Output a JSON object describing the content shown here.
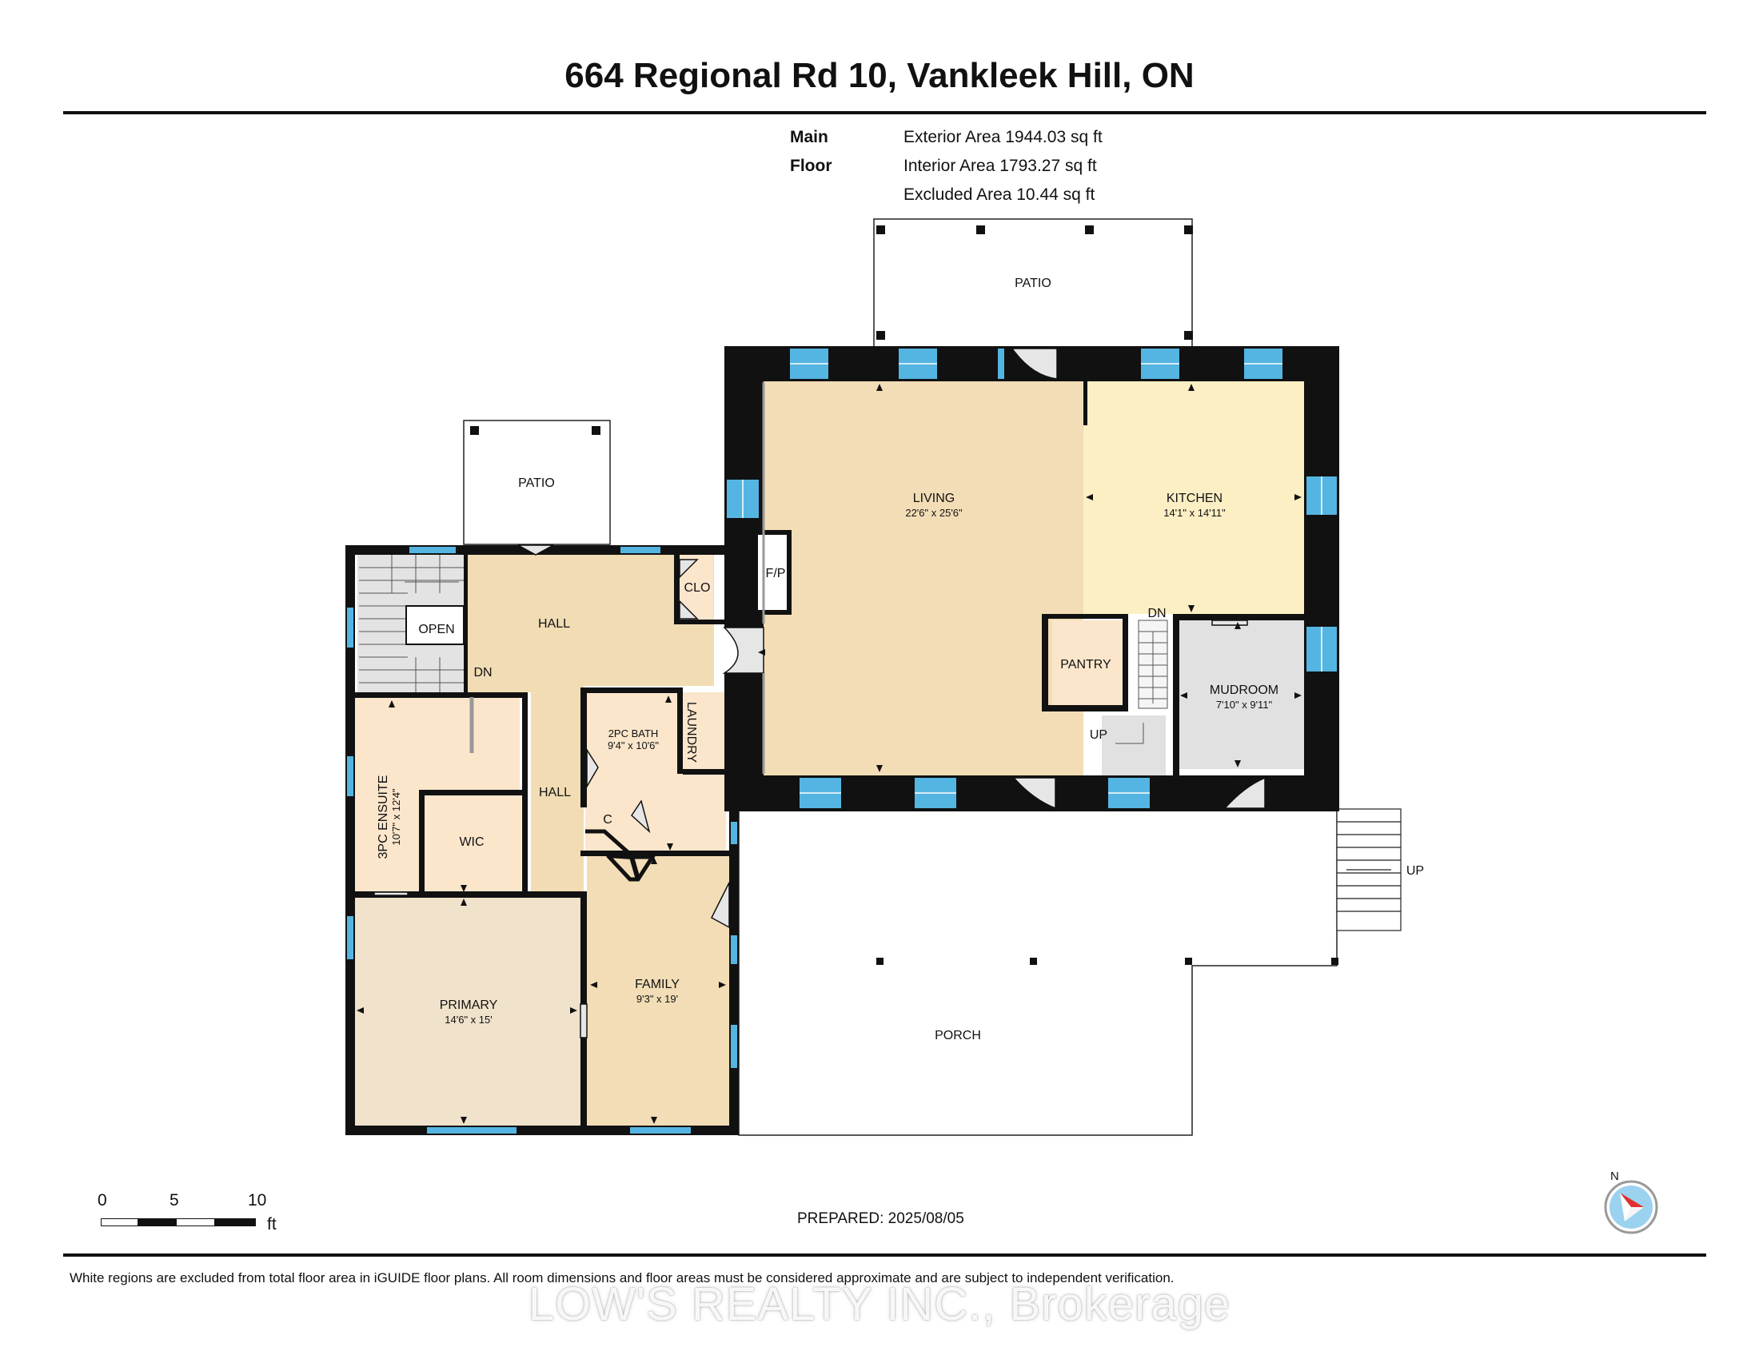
{
  "header": {
    "title": "664 Regional Rd 10, Vankleek Hill, ON"
  },
  "areas": {
    "floor_label": "Main Floor",
    "exterior": "Exterior Area 1944.03 sq ft",
    "interior": "Interior Area 1793.27 sq ft",
    "excluded": "Excluded Area 10.44 sq ft"
  },
  "rooms": {
    "patio_top": "PATIO",
    "patio_left": "PATIO",
    "living": "LIVING",
    "living_dim": "22'6\" x 25'6\"",
    "kitchen": "KITCHEN",
    "kitchen_dim": "14'1\" x 14'11\"",
    "fireplace": "F/P",
    "clo": "CLO",
    "hall_upper": "HALL",
    "open": "OPEN",
    "dn_left": "DN",
    "pantry": "PANTRY",
    "dn_right": "DN",
    "up_right": "UP",
    "mudroom": "MUDROOM",
    "mudroom_dim": "7'10\" x 9'11\"",
    "bath": "2PC BATH",
    "bath_dim": "9'4\" x 10'6\"",
    "laundry": "LAUNDRY",
    "hall_lower": "HALL",
    "closet_c": "C",
    "ensuite": "3PC ENSUITE",
    "ensuite_dim": "10'7\" x 12'4\"",
    "wic": "WIC",
    "primary": "PRIMARY",
    "primary_dim": "14'6\" x 15'",
    "family": "FAMILY",
    "family_dim": "9'3\" x 19'",
    "porch": "PORCH",
    "porch_up": "UP"
  },
  "colors": {
    "living_fill": "#f2ddb6",
    "kitchen_fill": "#fcefc4",
    "hall_fill": "#f1dcb4",
    "bedroom_fill": "#f0e2cb",
    "bath_fill": "#fbe6cc",
    "mudroom_fill": "#e1e1e1",
    "window_blue": "#55b5e2",
    "wall": "#111111"
  },
  "scale": {
    "tick_0": "0",
    "tick_5": "5",
    "tick_10": "10",
    "unit": "ft"
  },
  "compass": {
    "north": "N",
    "icon": "compass-icon"
  },
  "footer": {
    "prepared": "PREPARED: 2025/08/05",
    "note": "White regions are excluded from total floor area in iGUIDE floor plans. All room dimensions and floor areas must be considered approximate and are subject to independent verification.",
    "brokerage": "LOW'S REALTY INC., Brokerage"
  }
}
